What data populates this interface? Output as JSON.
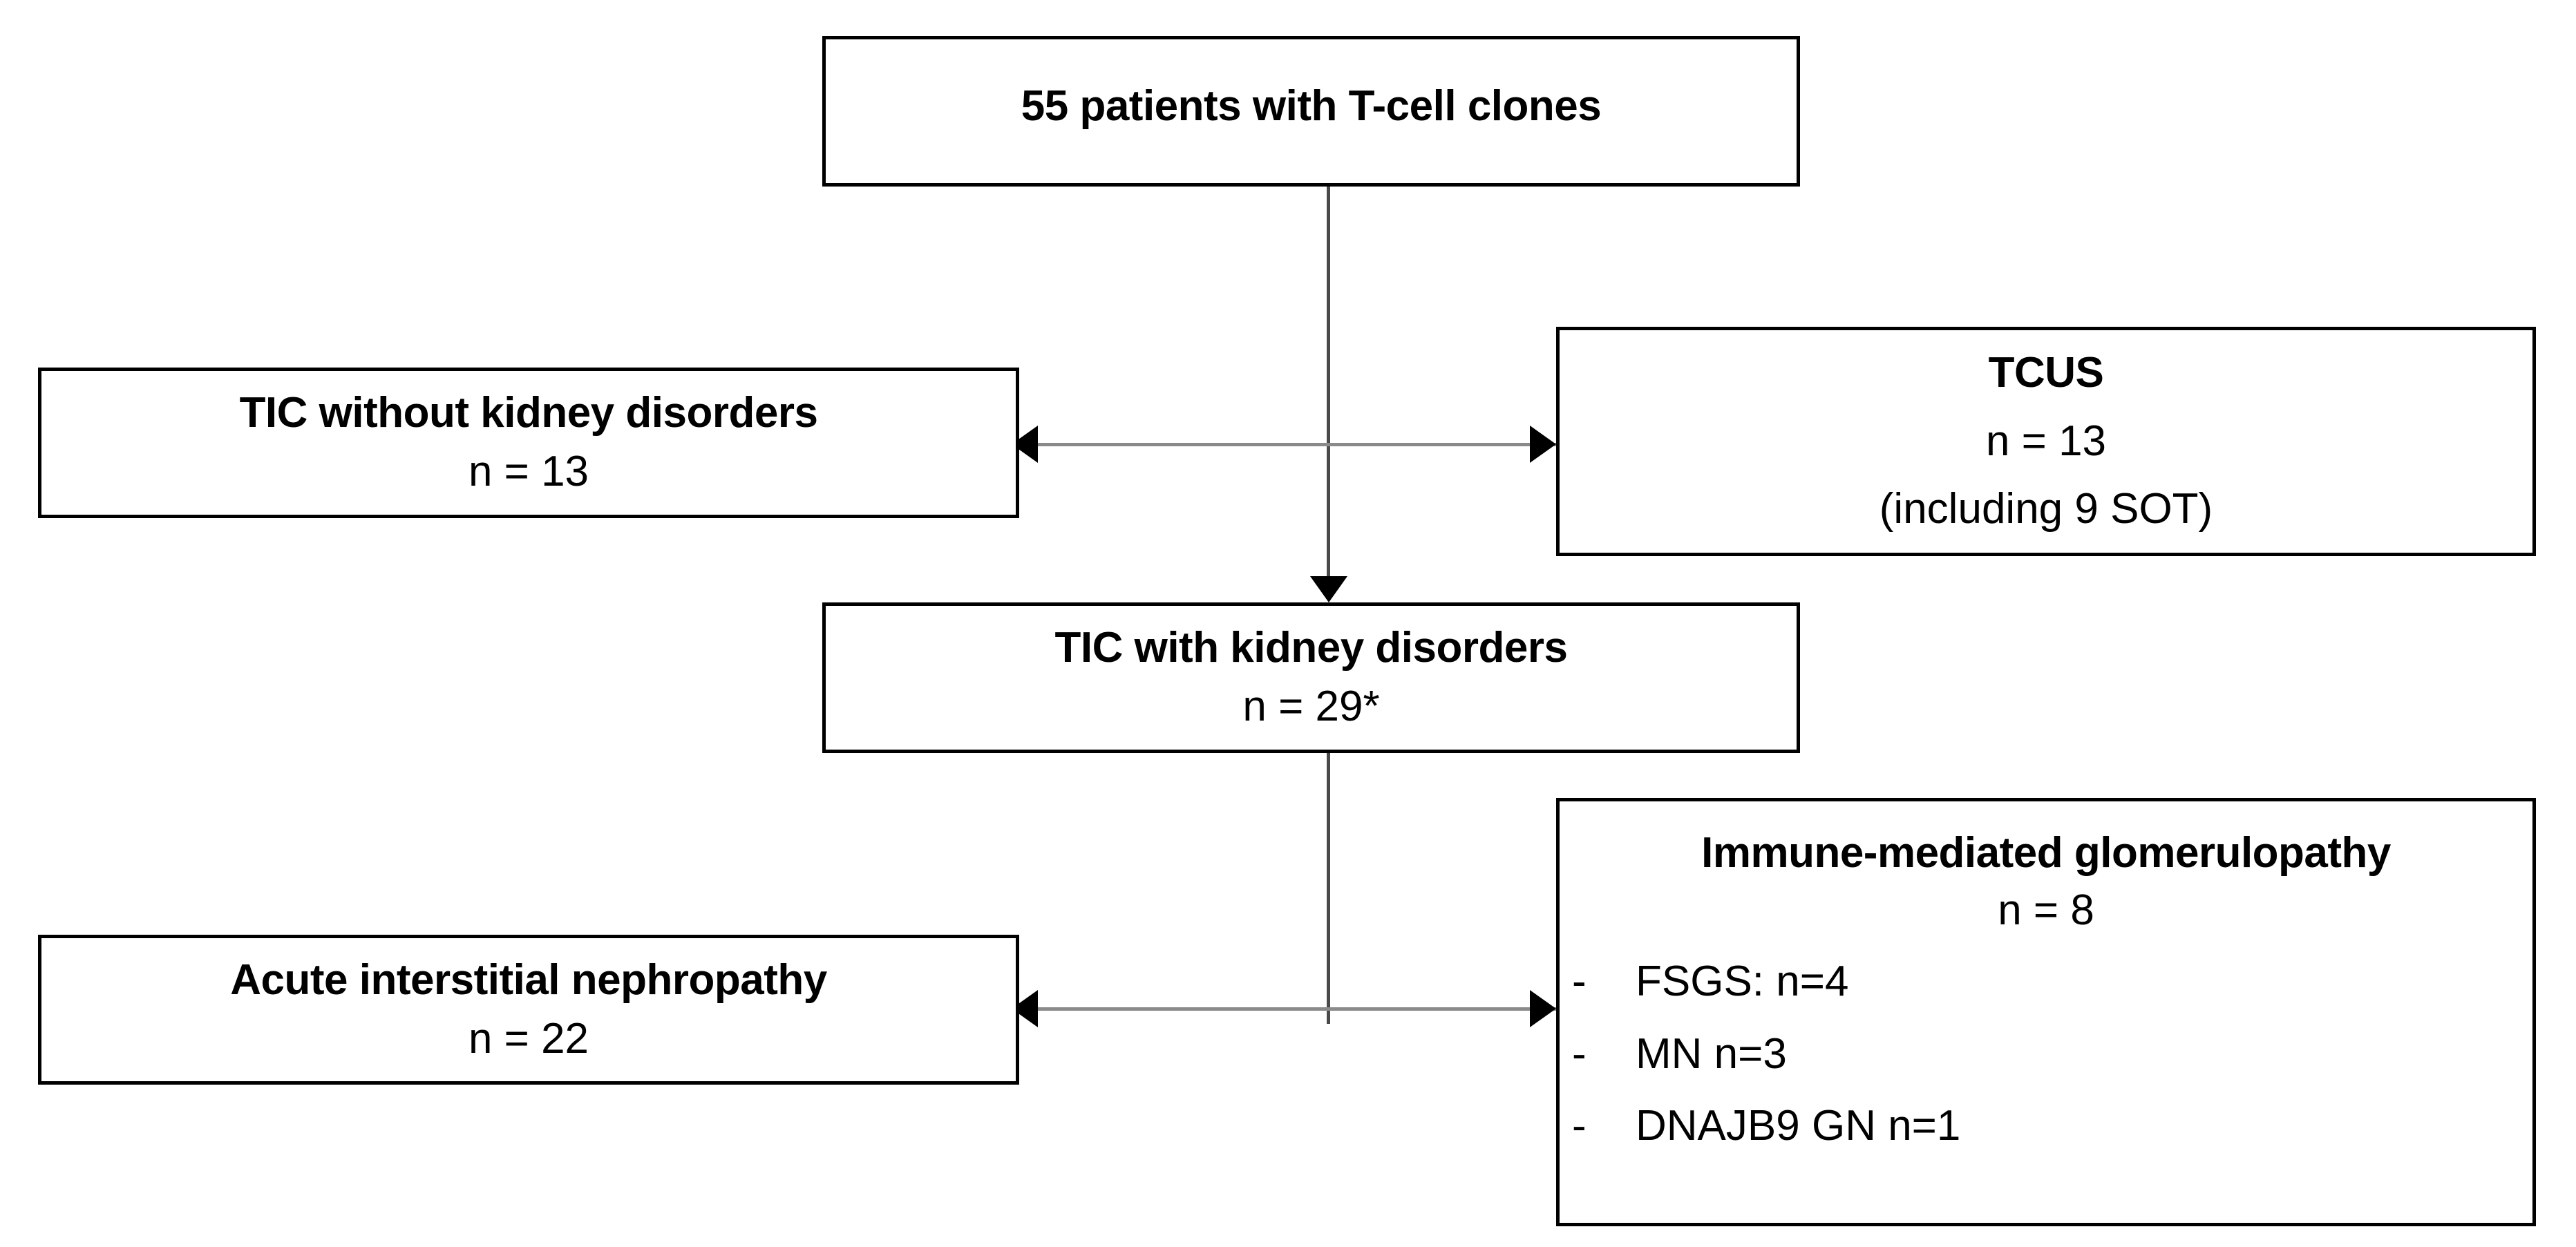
{
  "diagram": {
    "type": "flowchart",
    "title": "Patient flow of T-cell clone cohort",
    "nodes": {
      "root": {
        "title": "55 patients with T-cell clones"
      },
      "tic_without_kidney": {
        "title": "TIC without kidney disorders",
        "count": "n = 13"
      },
      "tcus": {
        "title": "TCUS",
        "count": "n = 13",
        "note": "(including 9 SOT)"
      },
      "tic_with_kidney": {
        "title": "TIC with kidney disorders",
        "count": "n = 29*"
      },
      "acute_interstitial_nephropathy": {
        "title": "Acute interstitial nephropathy",
        "count": "n = 22"
      },
      "immune_mediated_glomerulopathy": {
        "title": "Immune-mediated glomerulopathy",
        "count": "n = 8",
        "bullets": [
          {
            "dash": "-",
            "text": "FSGS: n=4"
          },
          {
            "dash": "-",
            "text": "MN n=3"
          },
          {
            "dash": "-",
            "text": "DNAJB9 GN n=1"
          }
        ]
      }
    },
    "colors": {
      "box_border": "#000000",
      "box_fill": "#ffffff",
      "text": "#000000",
      "connector": "#808080",
      "arrowhead": "#000000"
    }
  }
}
